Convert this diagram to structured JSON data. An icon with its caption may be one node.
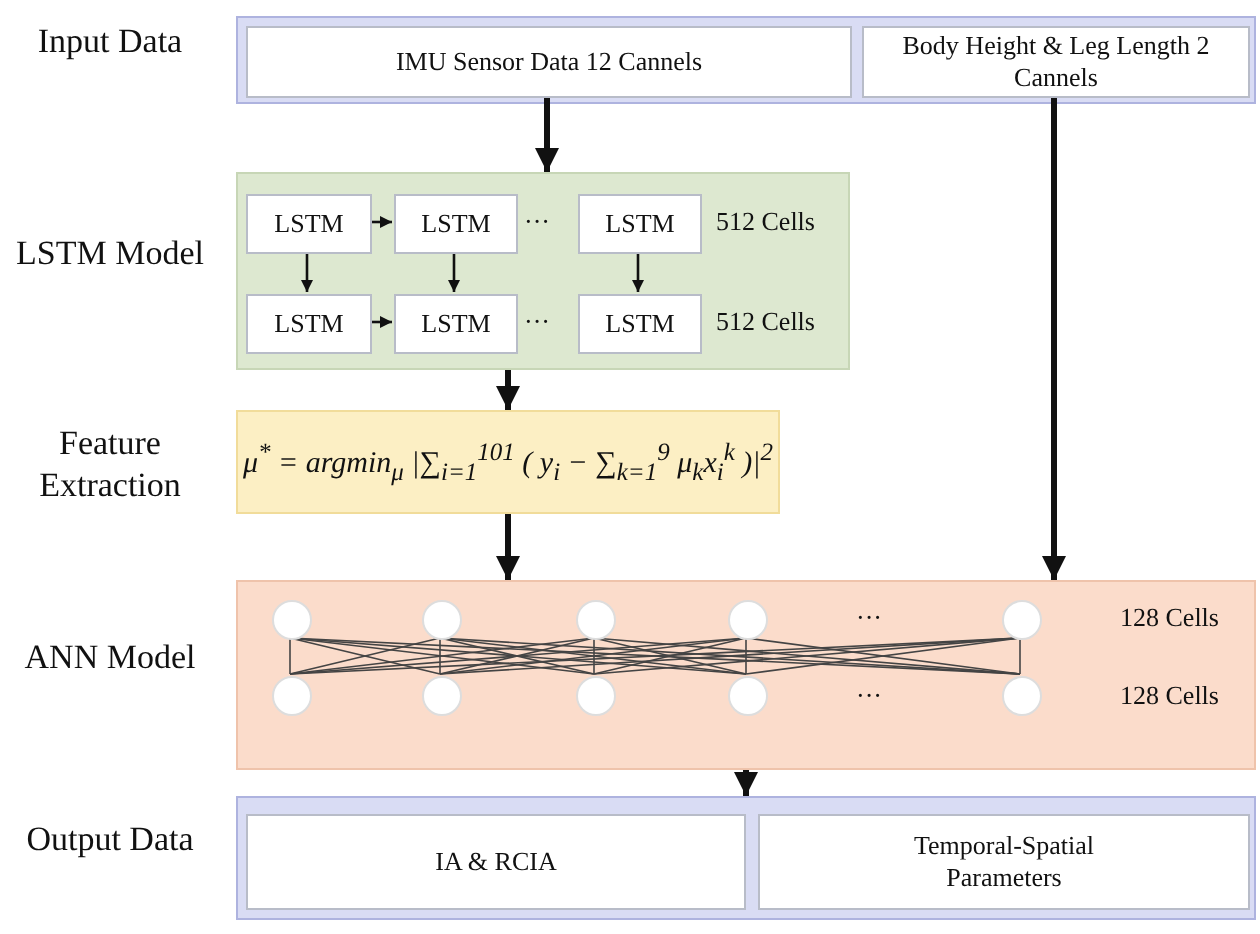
{
  "diagram": {
    "nodes": [
      {
        "text": [
          "Input Data"
        ]
      },
      {
        "text": [
          "IMU Sensor Data 12 Cannels"
        ],
        "in": 0
      },
      {
        "text": [
          "Body Height & Leg Length 2 Cannels"
        ],
        "in": 0
      },
      {
        "text": [
          "LSTM Model"
        ]
      },
      {
        "text": [
          "LSTM"
        ],
        "in": 3
      },
      {
        "text": [
          "LSTM"
        ],
        "in": 3
      },
      {
        "text": [
          "LSTM"
        ],
        "in": 3
      },
      {
        "text": [
          "LSTM"
        ],
        "in": 3
      },
      {
        "text": [
          "LSTM"
        ],
        "in": 3
      },
      {
        "text": [
          "LSTM"
        ],
        "in": 3
      },
      {
        "text": [
          "Feature Extraction",
          "μ$^{*}$ = argmin$_{μ}$ |∑$_{i=1}$$^{101}$ ( y$_{i}$ − ∑$_{k=1}$$^{9}$ μ$_{k}$x$_{i}$$^{k}$ )|$^{2}$"
        ]
      },
      {
        "text": [
          "ANN Model"
        ]
      },
      {
        "text": [],
        "shape": "circle",
        "in": 11
      },
      {
        "text": [],
        "shape": "circle",
        "in": 11
      },
      {
        "text": [],
        "shape": "circle",
        "in": 11
      },
      {
        "text": [],
        "shape": "circle",
        "in": 11
      },
      {
        "text": [],
        "shape": "circle",
        "in": 11
      },
      {
        "text": [],
        "shape": "circle",
        "in": 11
      },
      {
        "text": [],
        "shape": "circle",
        "in": 11
      },
      {
        "text": [],
        "shape": "circle",
        "in": 11
      },
      {
        "text": [],
        "shape": "circle",
        "in": 11
      },
      {
        "text": [],
        "shape": "circle",
        "in": 11
      },
      {
        "text": [
          "Output Data"
        ]
      },
      {
        "text": [
          "IA & RCIA"
        ],
        "in": 22
      },
      {
        "text": [
          "Temporal-Spatial Parameters"
        ],
        "in": 22
      }
    ],
    "edges": [
      {
        "from": 1,
        "to": 3,
        "arrow": "to",
        "style": "thick"
      },
      {
        "from": 2,
        "to": 11,
        "arrow": "to",
        "style": "thick"
      },
      {
        "from": 4,
        "to": 5,
        "arrow": "to"
      },
      {
        "from": 4,
        "to": 7,
        "arrow": "to"
      },
      {
        "from": 5,
        "to": 8,
        "arrow": "to"
      },
      {
        "from": 6,
        "to": 9,
        "arrow": "to"
      },
      {
        "from": 7,
        "to": 8,
        "arrow": "to"
      },
      {
        "from": 3,
        "to": 10,
        "arrow": "to",
        "style": "thick"
      },
      {
        "from": 10,
        "to": 11,
        "arrow": "to",
        "style": "thick"
      },
      {
        "from": 12,
        "to": 17,
        "arrow": "none"
      },
      {
        "from": 12,
        "to": 18,
        "arrow": "none"
      },
      {
        "from": 12,
        "to": 19,
        "arrow": "none"
      },
      {
        "from": 12,
        "to": 20,
        "arrow": "none"
      },
      {
        "from": 12,
        "to": 21,
        "arrow": "none"
      },
      {
        "from": 13,
        "to": 17,
        "arrow": "none"
      },
      {
        "from": 13,
        "to": 18,
        "arrow": "none"
      },
      {
        "from": 13,
        "to": 19,
        "arrow": "none"
      },
      {
        "from": 13,
        "to": 20,
        "arrow": "none"
      },
      {
        "from": 13,
        "to": 21,
        "arrow": "none"
      },
      {
        "from": 14,
        "to": 17,
        "arrow": "none"
      },
      {
        "from": 14,
        "to": 18,
        "arrow": "none"
      },
      {
        "from": 14,
        "to": 19,
        "arrow": "none"
      },
      {
        "from": 14,
        "to": 20,
        "arrow": "none"
      },
      {
        "from": 14,
        "to": 21,
        "arrow": "none"
      },
      {
        "from": 15,
        "to": 17,
        "arrow": "none"
      },
      {
        "from": 15,
        "to": 18,
        "arrow": "none"
      },
      {
        "from": 15,
        "to": 19,
        "arrow": "none"
      },
      {
        "from": 15,
        "to": 20,
        "arrow": "none"
      },
      {
        "from": 15,
        "to": 21,
        "arrow": "none"
      },
      {
        "from": 16,
        "to": 17,
        "arrow": "none"
      },
      {
        "from": 16,
        "to": 18,
        "arrow": "none"
      },
      {
        "from": 16,
        "to": 19,
        "arrow": "none"
      },
      {
        "from": 16,
        "to": 20,
        "arrow": "none"
      },
      {
        "from": 16,
        "to": 21,
        "arrow": "none"
      },
      {
        "from": 11,
        "to": 22,
        "arrow": "to",
        "style": "thick"
      }
    ],
    "labels": [
      "···",
      "512 Cells",
      "···",
      "512 Cells",
      "···",
      "128 Cells",
      "···",
      "128 Cells"
    ]
  }
}
